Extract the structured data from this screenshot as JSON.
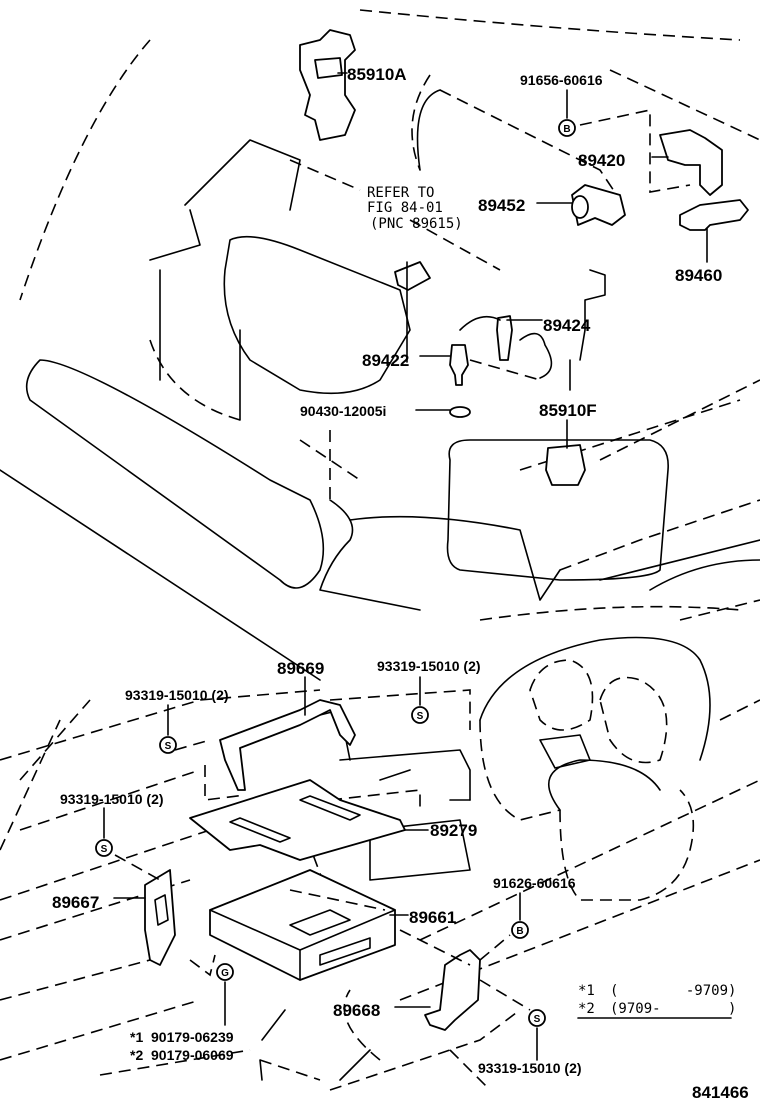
{
  "diagram_id": "841466",
  "refer_note": [
    "REFER TO",
    "FIG 84-01",
    "(PNC 89615)"
  ],
  "parts": {
    "p85910A": "85910A",
    "p91656": "91656-60616",
    "p89420": "89420",
    "p89452": "89452",
    "p89460": "89460",
    "p89424": "89424",
    "p89422": "89422",
    "p90430": "90430-12005i",
    "p85910F": "85910F",
    "p89669": "89669",
    "p93319_a": "93319-15010 (2)",
    "p93319_b": "93319-15010 (2)",
    "p93319_c": "93319-15010 (2)",
    "p93319_d": "93319-15010 (2)",
    "p89279": "89279",
    "p89667": "89667",
    "p91626": "91626-60616",
    "p89661": "89661",
    "p89668": "89668",
    "p90179_1": "*1  90179-06239",
    "p90179_2": "*2  90179-06069"
  },
  "markers": {
    "b": "B",
    "s": "S",
    "g": "G"
  },
  "legend": {
    "row1_key": "*1",
    "row1_val": "(        -9709)",
    "row2_key": "*2",
    "row2_val": "(9709-        )"
  }
}
